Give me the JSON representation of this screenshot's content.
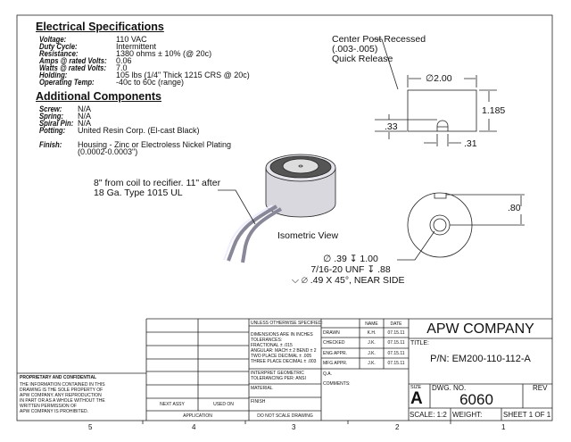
{
  "electrical": {
    "heading": "Electrical Specifications",
    "rows": [
      {
        "label": "Voltage:",
        "value": "110 VAC"
      },
      {
        "label": "Duty Cycle:",
        "value": "Intermittent"
      },
      {
        "label": "Resistance:",
        "value": "1380 ohms ± 10% (@ 20c)"
      },
      {
        "label": "Amps @ rated Volts:",
        "value": "0.06"
      },
      {
        "label": "Watts @ rated Volts:",
        "value": "7.0"
      },
      {
        "label": "Holding:",
        "value": "105 lbs (1/4\" Thick 1215 CRS @ 20c)"
      },
      {
        "label": "Operating Temp:",
        "value": "-40c to 60c (range)"
      }
    ]
  },
  "additional": {
    "heading": "Additional Components",
    "rows": [
      {
        "label": "Screw:",
        "value": "N/A"
      },
      {
        "label": "Spring:",
        "value": "N/A"
      },
      {
        "label": "Spiral Pin:",
        "value": "N/A"
      },
      {
        "label": "Potting:",
        "value": "United Resin Corp. (El-cast Black)"
      }
    ],
    "finish_label": "Finish:",
    "finish_line1": "Housing - Zinc or Electroless Nickel Plating",
    "finish_line2": "(0.0002-0.0003\")"
  },
  "notes": {
    "wire1": "8\" from coil to recifier. 11\" after",
    "wire2": "18 Ga. Type 1015 UL",
    "iso": "Isometric View",
    "post1": "Center Post Recessed",
    "post2": "(.003-.005)",
    "post3": "Quick Release",
    "hole1": "∅ .39 ↧ 1.00",
    "hole2": "7/16-20 UNF ↧ .88",
    "hole3": "⌵ ∅ .49 X 45°, NEAR SIDE"
  },
  "dims": {
    "dia": "∅2.00",
    "height": "1.185",
    "post_h": ".33",
    "post_w": ".31",
    "offset": ".80"
  },
  "titleblock": {
    "proprietary_title": "PROPRIETARY AND CONFIDENTIAL",
    "proprietary_text": [
      "THE INFORMATION CONTAINED IN THIS",
      "DRAWING IS THE SOLE PROPERTY OF",
      "APW COMPANY.  ANY  REPRODUCTION",
      "IN PART OR AS A WHOLE WITHOUT THE",
      "WRITTEN PERMISSION OF",
      "APW COMPANY IS PROHIBITED."
    ],
    "next_assy": "NEXT ASSY",
    "used_on": "USED ON",
    "application": "APPLICATION",
    "unless": "UNLESS OTHERWISE SPECIFIED:",
    "tol": [
      "DIMENSIONS ARE IN INCHES",
      "TOLERANCES:",
      "FRACTIONAL ± .015",
      "ANGULAR: MACH ± 2    BEND ± 2",
      "TWO PLACE DECIMAL    ± .005",
      "THREE PLACE DECIMAL  ± .003"
    ],
    "interpret": [
      "INTERPRET GEOMETRIC",
      "TOLERANCING PER: ANSI"
    ],
    "material": "MATERIAL",
    "finish": "FINISH",
    "no_scale": "DO NOT SCALE DRAWING",
    "name_hdr": "NAME",
    "date_hdr": "DATE",
    "approvals": [
      {
        "role": "DRAWN",
        "name": "K.H.",
        "date": "07.15.11"
      },
      {
        "role": "CHECKED",
        "name": "J.K.",
        "date": "07.15.11"
      },
      {
        "role": "ENG APPR.",
        "name": "J.K.",
        "date": "07.15.11"
      },
      {
        "role": "MFG APPR.",
        "name": "J.K.",
        "date": "07.15.11"
      },
      {
        "role": "Q.A.",
        "name": "",
        "date": ""
      }
    ],
    "comments": "COMMENTS:",
    "company": "APW COMPANY",
    "title_label": "TITLE:",
    "part_number": "P/N: EM200-110-112-A",
    "size_label": "SIZE",
    "size": "A",
    "dwg_label": "DWG.  NO.",
    "dwg_no": "6060",
    "rev_label": "REV",
    "scale": "SCALE: 1:2",
    "weight": "WEIGHT:",
    "sheet": "SHEET 1 OF 1"
  },
  "zones": [
    "5",
    "4",
    "3",
    "2",
    "1"
  ]
}
